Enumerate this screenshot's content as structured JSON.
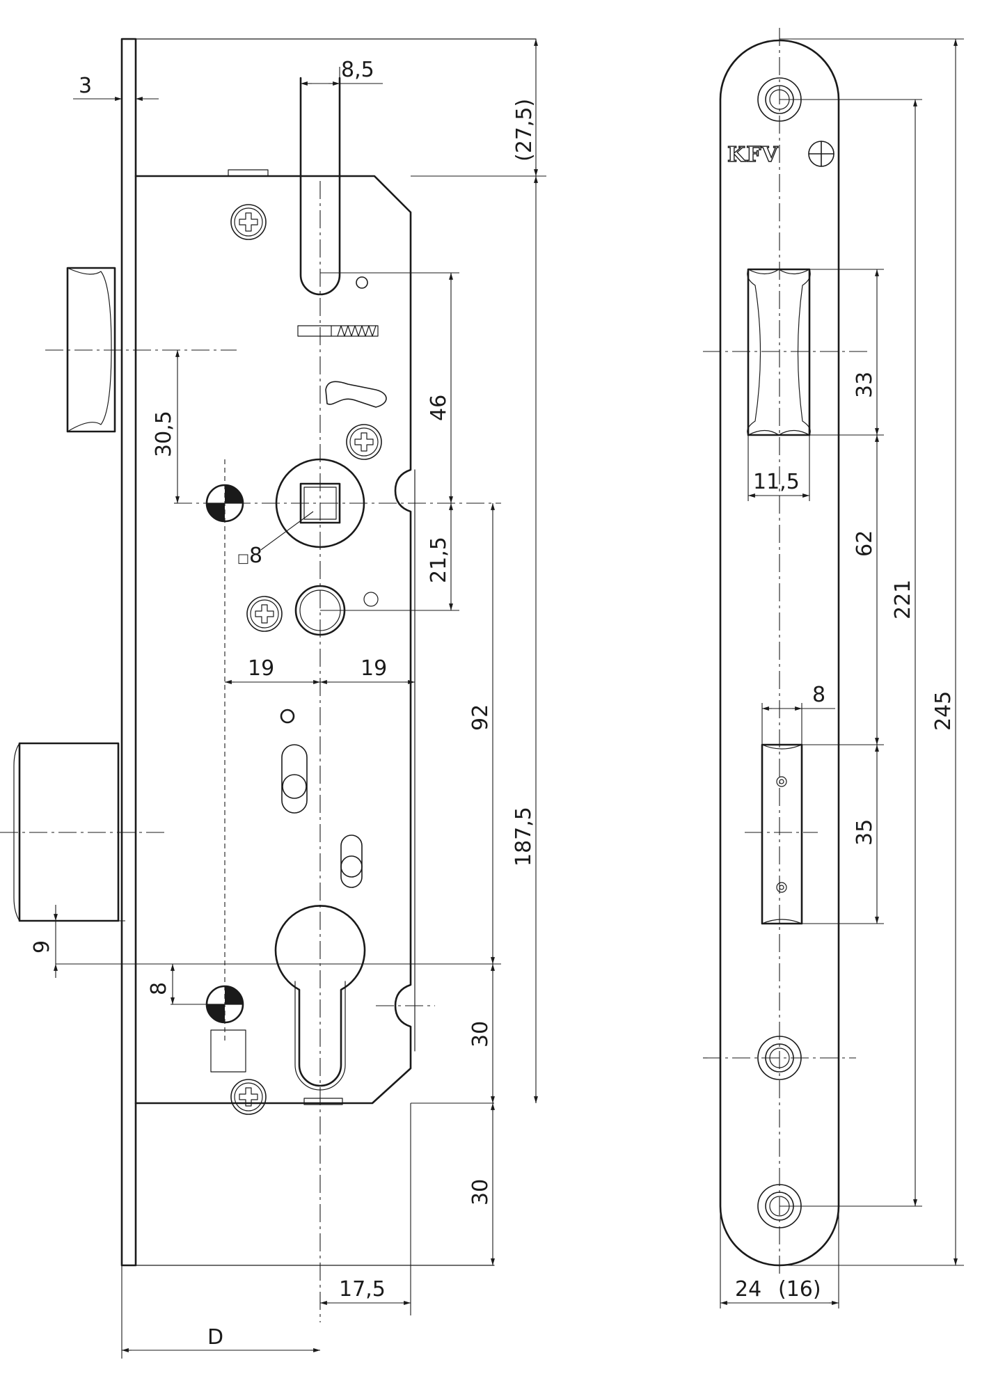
{
  "brand": {
    "logo_text": "KFV"
  },
  "lock_body": {
    "dimensions": {
      "faceplate_thickness": "3",
      "latch_width": "8,5",
      "top_offset": "(27,5)",
      "handle_offset_upper": "30,5",
      "latch_to_follower": "46",
      "follower_to_cylinder": "21,5",
      "square_spindle": "8",
      "square_prefix": "□",
      "half_width_left": "19",
      "half_width_right": "19",
      "follower_to_cylinder_center": "92",
      "overall_body_height": "187,5",
      "cylinder_below": "30",
      "bottom_extension": "30",
      "deadbolt_offset": "9",
      "lower_mark_offset": "8",
      "backset_small": "17,5",
      "backset": "D"
    }
  },
  "strike_plate": {
    "dimensions": {
      "latch_hole_height": "33",
      "latch_hole_width": "11,5",
      "hole_gap": "62",
      "screw_spacing": "221",
      "plate_height": "245",
      "bolt_hole_width": "8",
      "bolt_hole_height": "35",
      "plate_width": "24",
      "plate_width_alt": "(16)"
    }
  }
}
